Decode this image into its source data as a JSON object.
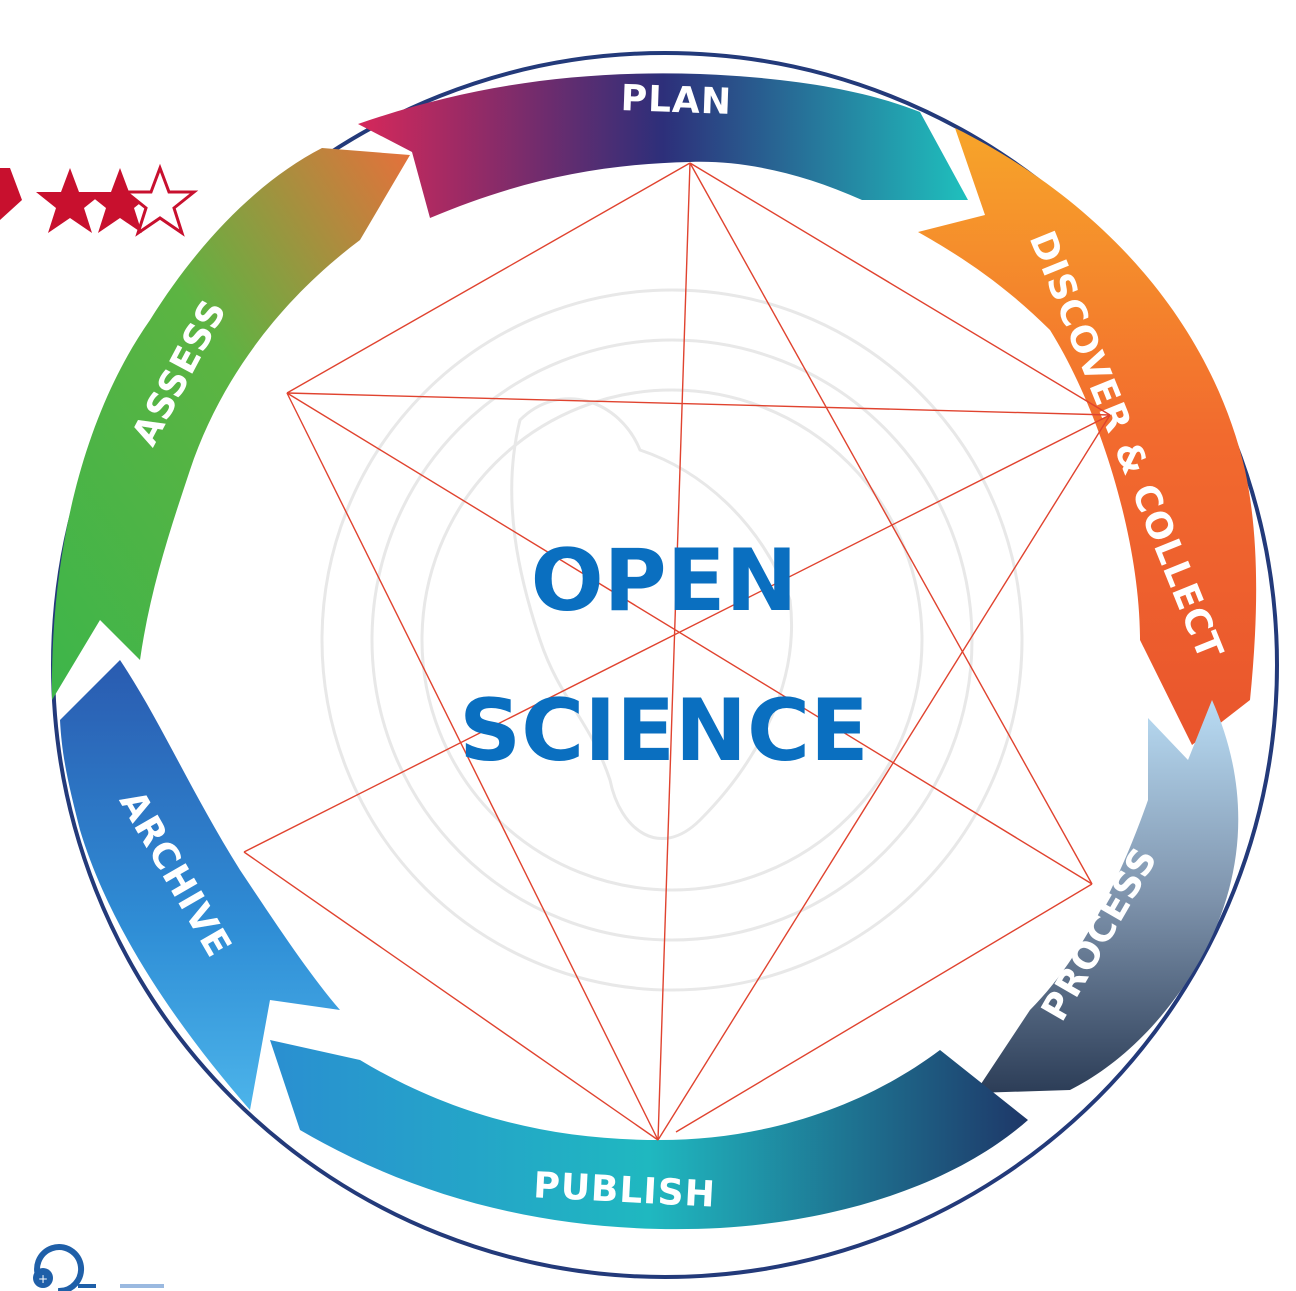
{
  "diagram": {
    "center_title_line1": "OPEN",
    "center_title_line2": "SCIENCE",
    "center_color": "#0a6fc0",
    "ring_color": "#233a7a",
    "line_color": "#e0432f",
    "star_color": "#c8102e",
    "stars": {
      "filled": 3,
      "outlined": 1
    },
    "stages": [
      {
        "label": "PLAN",
        "colors": [
          "#d6285a",
          "#2d2f7a",
          "#1fc0bd"
        ]
      },
      {
        "label": "DISCOVER & COLLECT",
        "colors": [
          "#f7a52a",
          "#f26a2e",
          "#e9552d"
        ]
      },
      {
        "label": "PROCESS",
        "colors": [
          "#b9dcf4",
          "#7f94ad",
          "#2c3d57"
        ]
      },
      {
        "label": "PUBLISH",
        "colors": [
          "#2a8fd1",
          "#1fb8c0",
          "#1e3768"
        ]
      },
      {
        "label": "ARCHIVE",
        "colors": [
          "#2a5bb0",
          "#2f8ed6",
          "#4cb4ea"
        ]
      },
      {
        "label": "ASSESS",
        "colors": [
          "#3db54a",
          "#5cb442",
          "#e6703b"
        ]
      }
    ]
  }
}
